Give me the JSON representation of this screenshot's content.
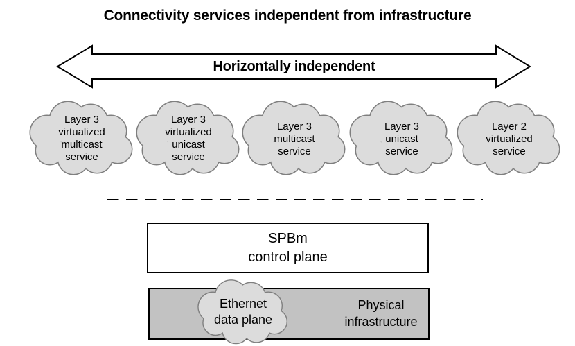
{
  "title": "Connectivity services independent from infrastructure",
  "arrow": {
    "label": "Horizontally independent"
  },
  "clouds": [
    {
      "label": "Layer 3\nvirtualized\nmulticast\nservice"
    },
    {
      "label": "Layer 3\nvirtualized\nunicast\nservice"
    },
    {
      "label": "Layer 3\nmulticast\nservice"
    },
    {
      "label": "Layer 3\nunicast\nservice"
    },
    {
      "label": "Layer 2\nvirtualized\nservice"
    }
  ],
  "layers": {
    "control_plane": "SPBm\ncontrol plane",
    "physical": "Physical\ninfrastructure",
    "data_plane": "Ethernet\ndata plane"
  },
  "colors": {
    "cloud_fill": "#dcdcdc",
    "cloud_stroke": "#7f7f7f",
    "box_fill": "#c2c2c2",
    "line": "#000000",
    "arrow_fill": "#ffffff"
  }
}
